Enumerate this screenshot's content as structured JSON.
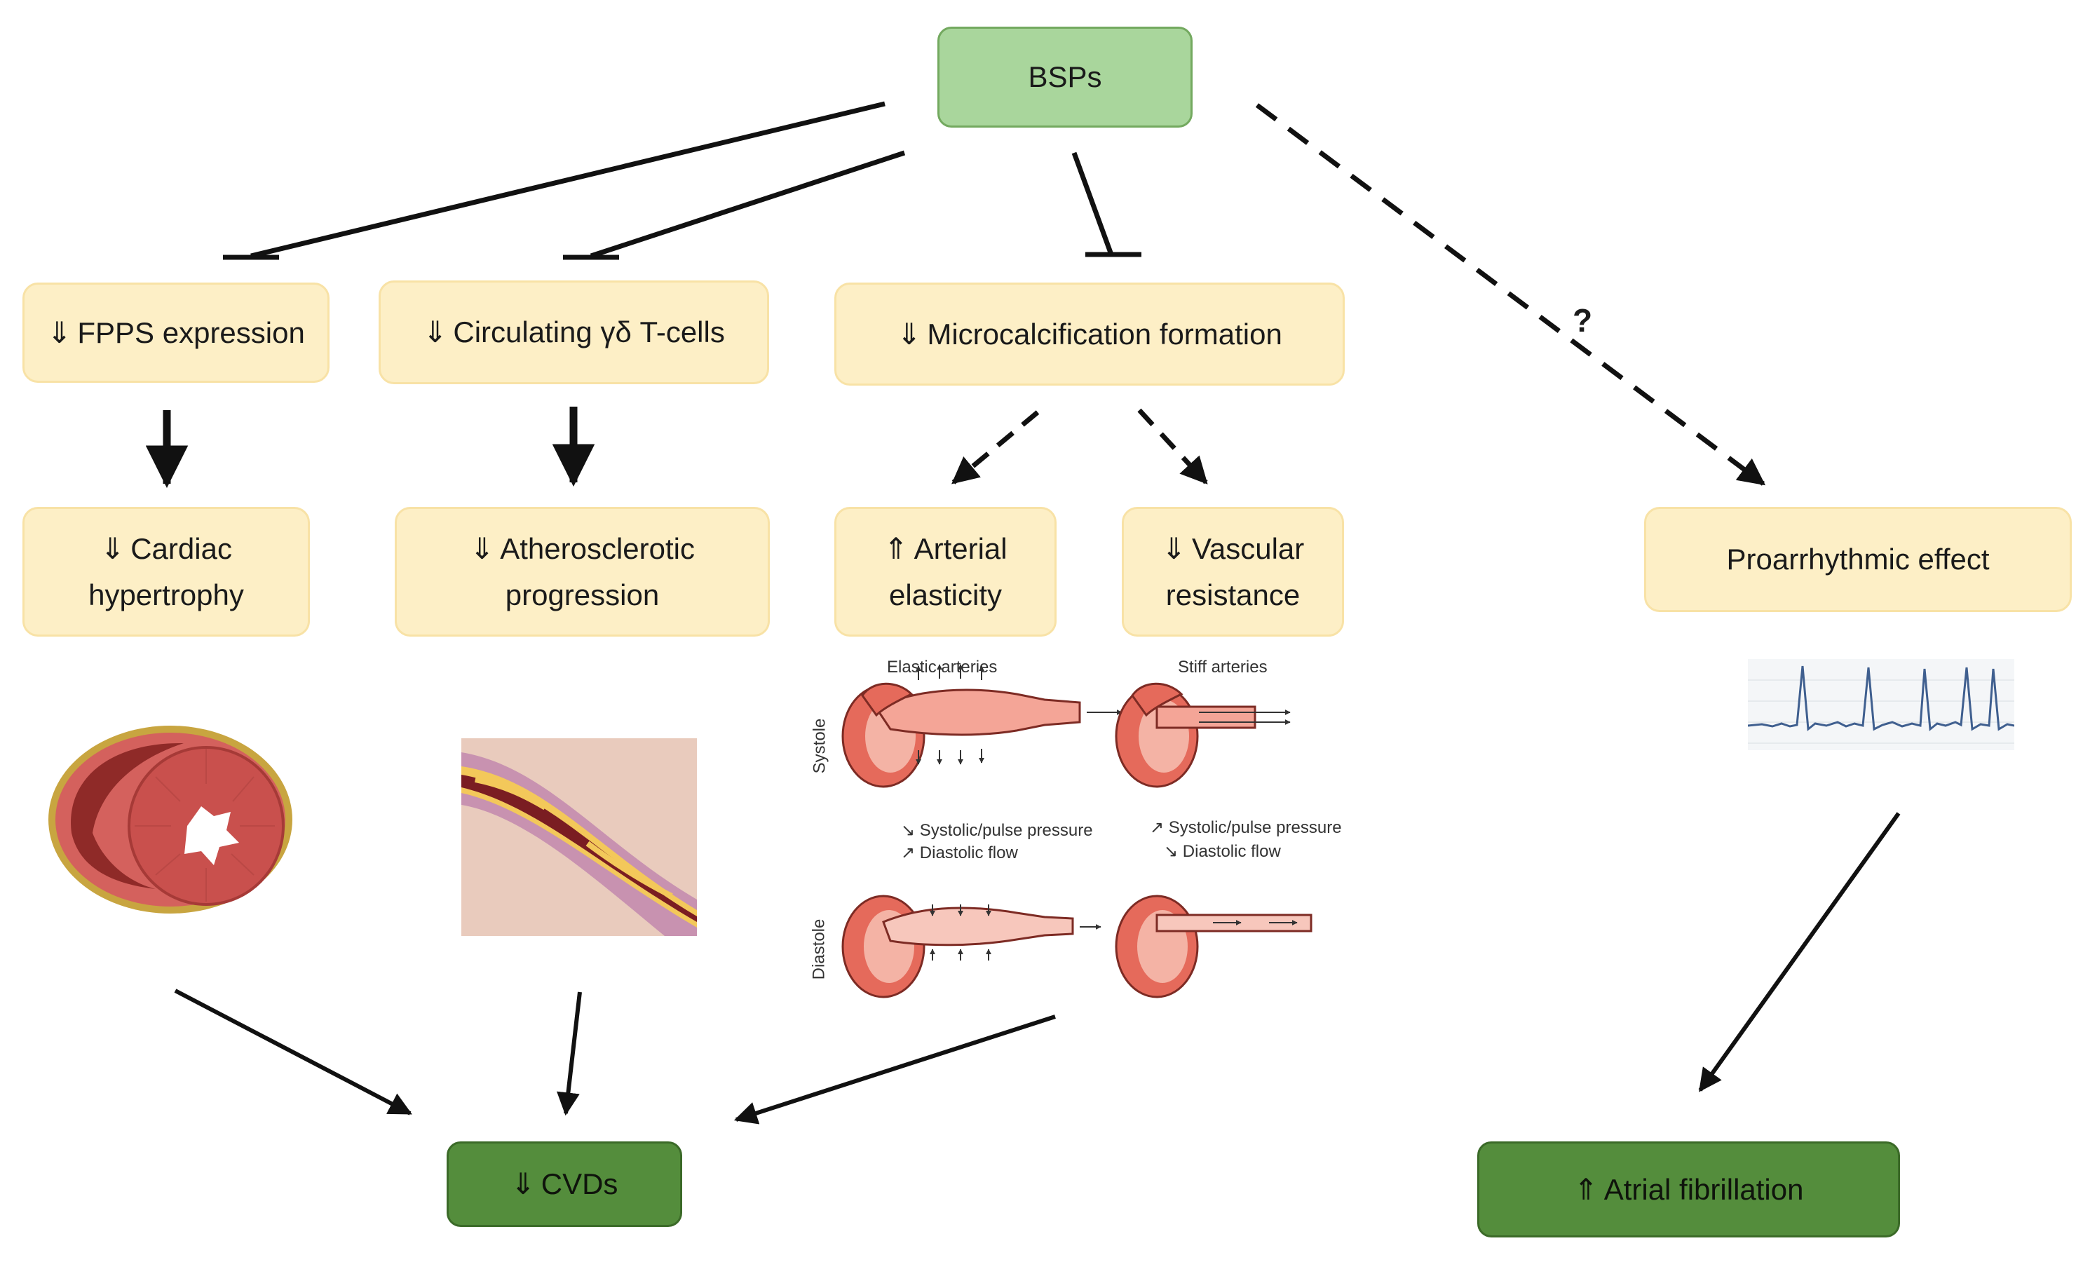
{
  "diagram": {
    "root": {
      "label": "BSPs"
    },
    "level1": [
      {
        "id": "fpps",
        "symbol": "⇓",
        "label": "FPPS expression"
      },
      {
        "id": "gdt",
        "symbol": "⇓",
        "label": "Circulating γδ T-cells"
      },
      {
        "id": "micro",
        "symbol": "⇓",
        "label": "Microcalcification formation"
      }
    ],
    "level2": [
      {
        "id": "cardiac",
        "symbol": "⇓",
        "line1": "Cardiac",
        "line2": "hypertrophy"
      },
      {
        "id": "athero",
        "symbol": "⇓",
        "line1": "Atherosclerotic",
        "line2": "progression"
      },
      {
        "id": "elastic",
        "symbol": "⇑",
        "line1": "Arterial",
        "line2": "elasticity"
      },
      {
        "id": "vascular",
        "symbol": "⇓",
        "line1": "Vascular",
        "line2": "resistance"
      },
      {
        "id": "proarr",
        "label": "Proarrhythmic effect"
      }
    ],
    "outcomes": [
      {
        "id": "cvds",
        "symbol": "⇓",
        "label": "CVDs"
      },
      {
        "id": "af",
        "symbol": "⇑",
        "label": "Atrial fibrillation"
      }
    ],
    "question_mark": "?",
    "artery_figure": {
      "elastic_title": "Elastic arteries",
      "stiff_title": "Stiff arteries",
      "systole": "Systole",
      "diastole": "Diastole",
      "elastic_notes": [
        "↘ Systolic/pulse pressure",
        "↗ Diastolic flow"
      ],
      "stiff_notes": [
        "↗ Systolic/pulse pressure",
        "↘ Diastolic flow"
      ]
    },
    "images": {
      "heart": "heart-cross-section-illustration",
      "artery": "atherosclerotic-artery-illustration",
      "ecg": "ecg-trace"
    },
    "colors": {
      "box_fill": "#fdefc6",
      "root_fill": "#a9d69c",
      "outcome_fill": "#548d3c"
    }
  }
}
